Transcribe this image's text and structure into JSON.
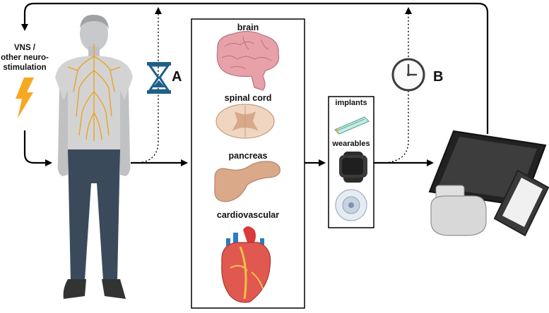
{
  "stimulation": {
    "lines": [
      "VNS /",
      "other neuro-",
      "stimulation"
    ]
  },
  "markers": {
    "a": "A",
    "b": "B"
  },
  "organs": {
    "brain": "brain",
    "spinal_cord": "spinal cord",
    "pancreas": "pancreas",
    "cardiovascular": "cardiovascular"
  },
  "devices": {
    "implants": "implants",
    "wearables": "wearables"
  },
  "icons": {
    "stimulation": "lightning-bolt-icon",
    "delay_a": "hourglass-icon",
    "delay_b": "clock-icon"
  },
  "colors": {
    "arrow": "#000000",
    "lightning": "#f7a823",
    "hourglass": "#1f5f8b",
    "nerves": "#e9a21a",
    "shirt": "#cfcfcf",
    "jeans": "#3b4a5a"
  }
}
